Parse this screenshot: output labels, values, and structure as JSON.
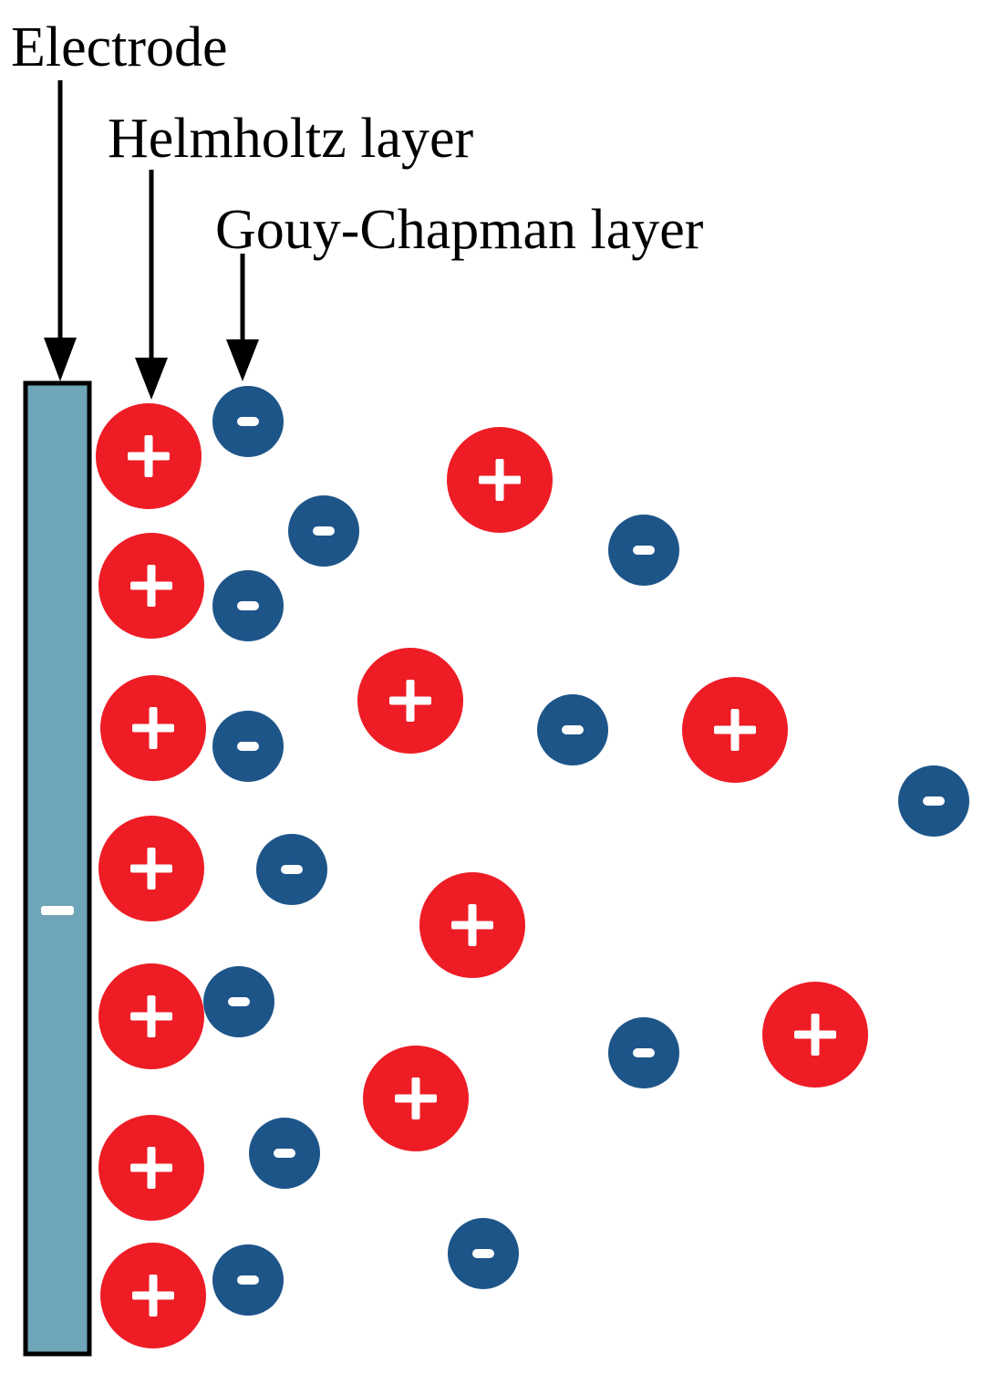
{
  "labels": {
    "electrode": "Electrode",
    "helmholtz": "Helmholtz layer",
    "gouy_chapman": "Gouy-Chapman layer"
  },
  "electrode": {
    "charge_sign": "−",
    "fill_color": "#6fa5b8",
    "stroke_color": "#000000"
  },
  "colors": {
    "positive_ion": "#ee1c25",
    "negative_ion": "#1d5589",
    "arrow": "#000000",
    "text": "#000000"
  },
  "ion_signs": {
    "positive": "+",
    "negative": "−"
  }
}
